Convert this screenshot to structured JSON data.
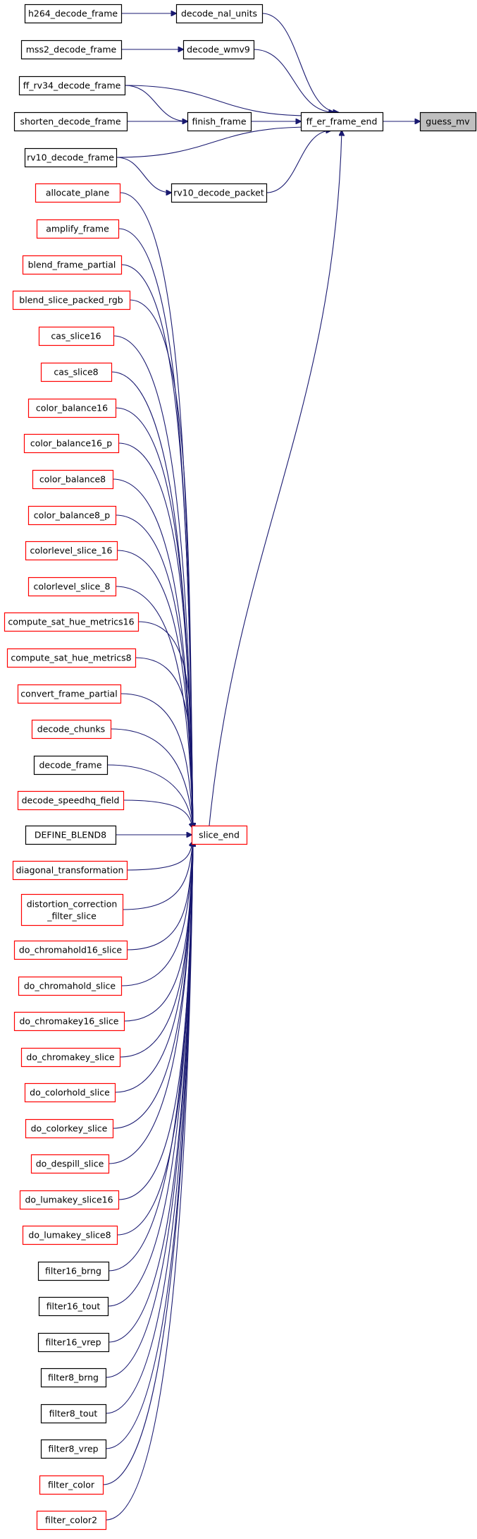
{
  "colors": {
    "edge": "#191970",
    "linked_border": "#000000",
    "unlinked_border": "#ff0000",
    "target_fill": "#bfbfbf"
  },
  "nodes": [
    {
      "id": "guess_mv",
      "label": "guess_mv",
      "style": "target"
    },
    {
      "id": "ff_er_frame_end",
      "label": "ff_er_frame_end",
      "style": "black"
    },
    {
      "id": "decode_nal_units",
      "label": "decode_nal_units",
      "style": "black"
    },
    {
      "id": "decode_wmv9",
      "label": "decode_wmv9",
      "style": "black"
    },
    {
      "id": "finish_frame",
      "label": "finish_frame",
      "style": "black"
    },
    {
      "id": "rv10_decode_packet",
      "label": "rv10_decode_packet",
      "style": "black"
    },
    {
      "id": "slice_end",
      "label": "slice_end",
      "style": "red"
    },
    {
      "id": "h264_decode_frame",
      "label": "h264_decode_frame",
      "style": "black"
    },
    {
      "id": "mss2_decode_frame",
      "label": "mss2_decode_frame",
      "style": "black"
    },
    {
      "id": "ff_rv34_decode_frame",
      "label": "ff_rv34_decode_frame",
      "style": "black"
    },
    {
      "id": "shorten_decode_frame",
      "label": "shorten_decode_frame",
      "style": "black"
    },
    {
      "id": "rv10_decode_frame",
      "label": "rv10_decode_frame",
      "style": "black"
    },
    {
      "id": "allocate_plane",
      "label": "allocate_plane",
      "style": "red"
    },
    {
      "id": "amplify_frame",
      "label": "amplify_frame",
      "style": "red"
    },
    {
      "id": "blend_frame_partial",
      "label": "blend_frame_partial",
      "style": "red"
    },
    {
      "id": "blend_slice_packed_rgb",
      "label": "blend_slice_packed_rgb",
      "style": "red"
    },
    {
      "id": "cas_slice16",
      "label": "cas_slice16",
      "style": "red"
    },
    {
      "id": "cas_slice8",
      "label": "cas_slice8",
      "style": "red"
    },
    {
      "id": "color_balance16",
      "label": "color_balance16",
      "style": "red"
    },
    {
      "id": "color_balance16_p",
      "label": "color_balance16_p",
      "style": "red"
    },
    {
      "id": "color_balance8",
      "label": "color_balance8",
      "style": "red"
    },
    {
      "id": "color_balance8_p",
      "label": "color_balance8_p",
      "style": "red"
    },
    {
      "id": "colorlevel_slice_16",
      "label": "colorlevel_slice_16",
      "style": "red"
    },
    {
      "id": "colorlevel_slice_8",
      "label": "colorlevel_slice_8",
      "style": "red"
    },
    {
      "id": "compute_sat_hue_metrics16",
      "label": "compute_sat_hue_metrics16",
      "style": "red"
    },
    {
      "id": "compute_sat_hue_metrics8",
      "label": "compute_sat_hue_metrics8",
      "style": "red"
    },
    {
      "id": "convert_frame_partial",
      "label": "convert_frame_partial",
      "style": "red"
    },
    {
      "id": "decode_chunks",
      "label": "decode_chunks",
      "style": "red"
    },
    {
      "id": "decode_frame",
      "label": "decode_frame",
      "style": "black"
    },
    {
      "id": "decode_speedhq_field",
      "label": "decode_speedhq_field",
      "style": "red"
    },
    {
      "id": "DEFINE_BLEND8",
      "label": "DEFINE_BLEND8",
      "style": "black"
    },
    {
      "id": "diagonal_transformation",
      "label": "diagonal_transformation",
      "style": "red"
    },
    {
      "id": "distortion_correction_filter_slice",
      "label": "distortion_correction",
      "label2": "_filter_slice",
      "style": "red"
    },
    {
      "id": "do_chromahold16_slice",
      "label": "do_chromahold16_slice",
      "style": "red"
    },
    {
      "id": "do_chromahold_slice",
      "label": "do_chromahold_slice",
      "style": "red"
    },
    {
      "id": "do_chromakey16_slice",
      "label": "do_chromakey16_slice",
      "style": "red"
    },
    {
      "id": "do_chromakey_slice",
      "label": "do_chromakey_slice",
      "style": "red"
    },
    {
      "id": "do_colorhold_slice",
      "label": "do_colorhold_slice",
      "style": "red"
    },
    {
      "id": "do_colorkey_slice",
      "label": "do_colorkey_slice",
      "style": "red"
    },
    {
      "id": "do_despill_slice",
      "label": "do_despill_slice",
      "style": "red"
    },
    {
      "id": "do_lumakey_slice16",
      "label": "do_lumakey_slice16",
      "style": "red"
    },
    {
      "id": "do_lumakey_slice8",
      "label": "do_lumakey_slice8",
      "style": "red"
    },
    {
      "id": "filter16_brng",
      "label": "filter16_brng",
      "style": "black"
    },
    {
      "id": "filter16_tout",
      "label": "filter16_tout",
      "style": "black"
    },
    {
      "id": "filter16_vrep",
      "label": "filter16_vrep",
      "style": "black"
    },
    {
      "id": "filter8_brng",
      "label": "filter8_brng",
      "style": "black"
    },
    {
      "id": "filter8_tout",
      "label": "filter8_tout",
      "style": "black"
    },
    {
      "id": "filter8_vrep",
      "label": "filter8_vrep",
      "style": "black"
    },
    {
      "id": "filter_color",
      "label": "filter_color",
      "style": "red"
    },
    {
      "id": "filter_color2",
      "label": "filter_color2",
      "style": "red"
    }
  ],
  "edges": [
    [
      "ff_er_frame_end",
      "guess_mv"
    ],
    [
      "decode_nal_units",
      "ff_er_frame_end"
    ],
    [
      "decode_wmv9",
      "ff_er_frame_end"
    ],
    [
      "ff_rv34_decode_frame",
      "ff_er_frame_end"
    ],
    [
      "finish_frame",
      "ff_er_frame_end"
    ],
    [
      "rv10_decode_frame",
      "ff_er_frame_end"
    ],
    [
      "rv10_decode_packet",
      "ff_er_frame_end"
    ],
    [
      "slice_end",
      "ff_er_frame_end"
    ],
    [
      "h264_decode_frame",
      "decode_nal_units"
    ],
    [
      "mss2_decode_frame",
      "decode_wmv9"
    ],
    [
      "ff_rv34_decode_frame",
      "finish_frame"
    ],
    [
      "shorten_decode_frame",
      "finish_frame"
    ],
    [
      "rv10_decode_frame",
      "rv10_decode_packet"
    ],
    [
      "allocate_plane",
      "slice_end"
    ],
    [
      "amplify_frame",
      "slice_end"
    ],
    [
      "blend_frame_partial",
      "slice_end"
    ],
    [
      "blend_slice_packed_rgb",
      "slice_end"
    ],
    [
      "cas_slice16",
      "slice_end"
    ],
    [
      "cas_slice8",
      "slice_end"
    ],
    [
      "color_balance16",
      "slice_end"
    ],
    [
      "color_balance16_p",
      "slice_end"
    ],
    [
      "color_balance8",
      "slice_end"
    ],
    [
      "color_balance8_p",
      "slice_end"
    ],
    [
      "colorlevel_slice_16",
      "slice_end"
    ],
    [
      "colorlevel_slice_8",
      "slice_end"
    ],
    [
      "compute_sat_hue_metrics16",
      "slice_end"
    ],
    [
      "compute_sat_hue_metrics8",
      "slice_end"
    ],
    [
      "convert_frame_partial",
      "slice_end"
    ],
    [
      "decode_chunks",
      "slice_end"
    ],
    [
      "decode_frame",
      "slice_end"
    ],
    [
      "decode_speedhq_field",
      "slice_end"
    ],
    [
      "DEFINE_BLEND8",
      "slice_end"
    ],
    [
      "diagonal_transformation",
      "slice_end"
    ],
    [
      "distortion_correction_filter_slice",
      "slice_end"
    ],
    [
      "do_chromahold16_slice",
      "slice_end"
    ],
    [
      "do_chromahold_slice",
      "slice_end"
    ],
    [
      "do_chromakey16_slice",
      "slice_end"
    ],
    [
      "do_chromakey_slice",
      "slice_end"
    ],
    [
      "do_colorhold_slice",
      "slice_end"
    ],
    [
      "do_colorkey_slice",
      "slice_end"
    ],
    [
      "do_despill_slice",
      "slice_end"
    ],
    [
      "do_lumakey_slice16",
      "slice_end"
    ],
    [
      "do_lumakey_slice8",
      "slice_end"
    ],
    [
      "filter16_brng",
      "slice_end"
    ],
    [
      "filter16_tout",
      "slice_end"
    ],
    [
      "filter16_vrep",
      "slice_end"
    ],
    [
      "filter8_brng",
      "slice_end"
    ],
    [
      "filter8_tout",
      "slice_end"
    ],
    [
      "filter8_vrep",
      "slice_end"
    ],
    [
      "filter_color",
      "slice_end"
    ],
    [
      "filter_color2",
      "slice_end"
    ]
  ]
}
